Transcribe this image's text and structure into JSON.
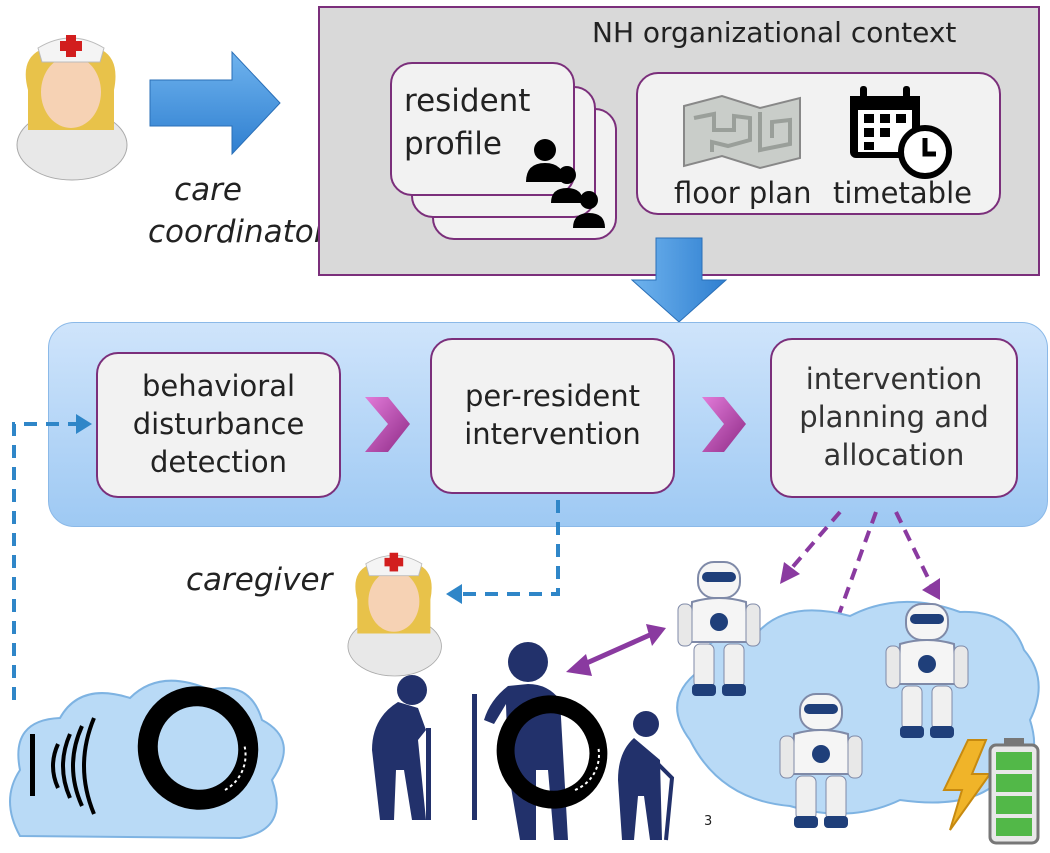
{
  "actors": {
    "care_coordinator": "care\ncoordinator",
    "caregiver": "caregiver"
  },
  "context": {
    "title": "NH organizational context",
    "resident_profile": "resident\nprofile",
    "floor_plan": "floor plan",
    "timetable": "timetable"
  },
  "pipeline": {
    "stages": [
      "behavioral\ndisturbance\ndetection",
      "per-resident\nintervention",
      "intervention\nplanning and\nallocation"
    ]
  },
  "footer": {
    "page_number": "3"
  },
  "colors": {
    "purple": "#7b2f7b",
    "magenta_arrow": "#b23aa8",
    "blue_arrow": "#3d8fd6",
    "dashed_blue": "#2f86c8",
    "dashed_purple": "#8a3aa0",
    "silhouette": "#22316b"
  }
}
